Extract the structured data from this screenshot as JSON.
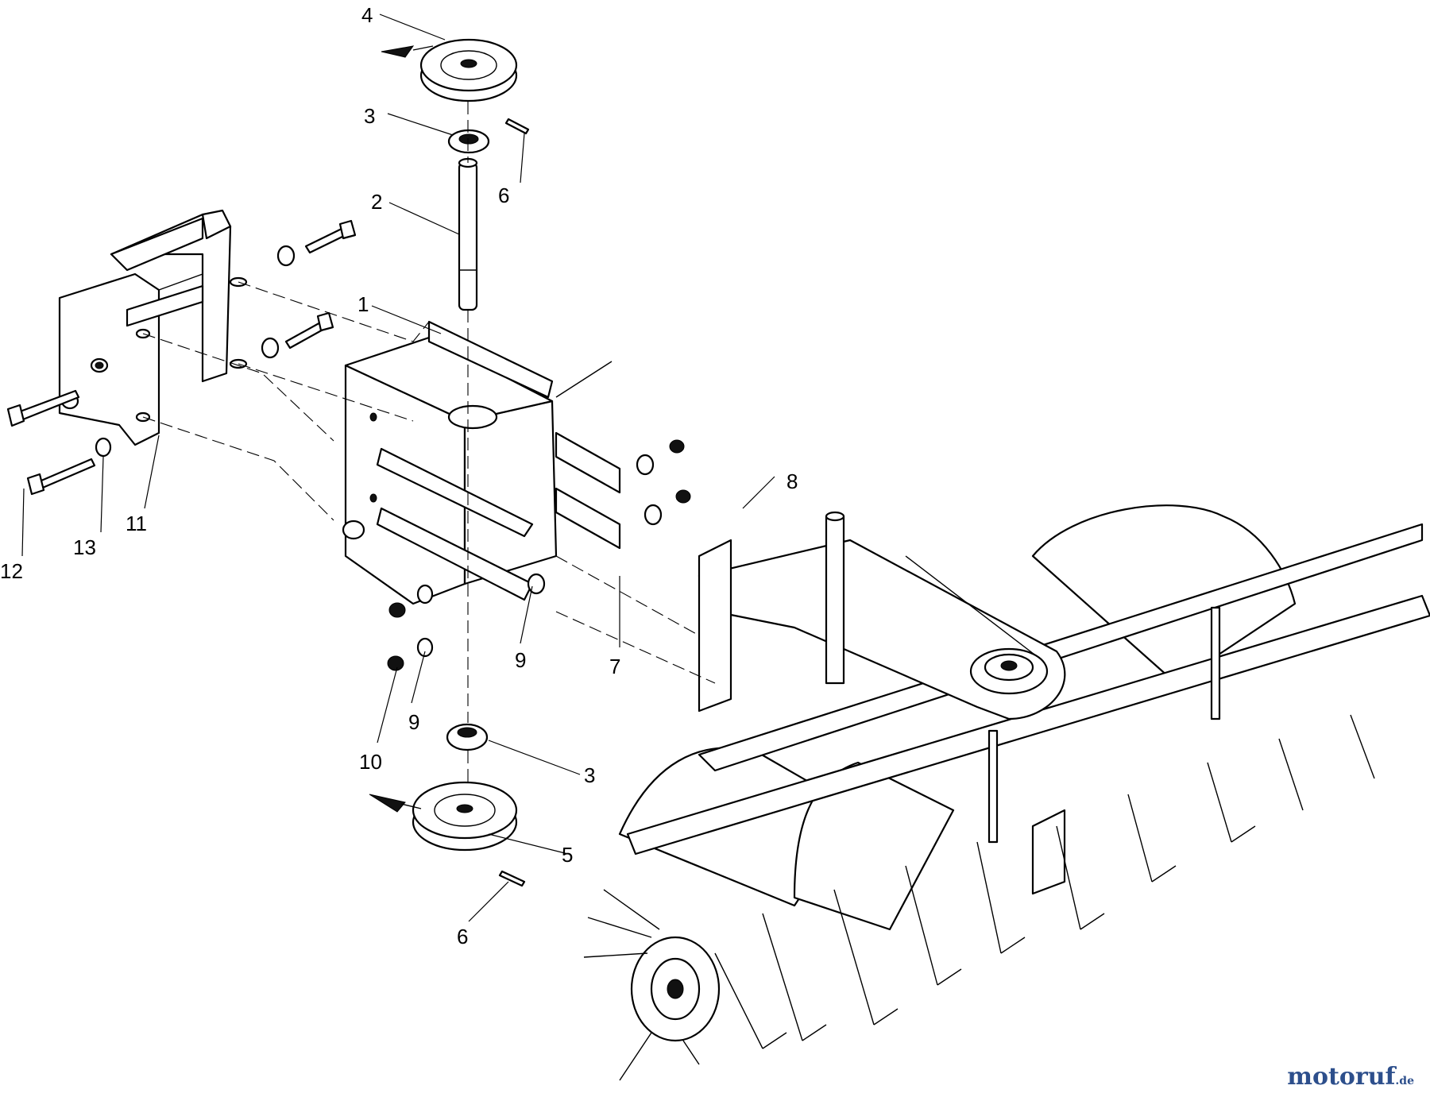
{
  "callouts": [
    {
      "id": "4",
      "text": "4"
    },
    {
      "id": "3a",
      "text": "3"
    },
    {
      "id": "6a",
      "text": "6"
    },
    {
      "id": "2",
      "text": "2"
    },
    {
      "id": "1",
      "text": "1"
    },
    {
      "id": "8",
      "text": "8"
    },
    {
      "id": "11",
      "text": "11"
    },
    {
      "id": "13",
      "text": "13"
    },
    {
      "id": "12",
      "text": "12"
    },
    {
      "id": "9a",
      "text": "9"
    },
    {
      "id": "7",
      "text": "7"
    },
    {
      "id": "9b",
      "text": "9"
    },
    {
      "id": "10",
      "text": "10"
    },
    {
      "id": "3b",
      "text": "3"
    },
    {
      "id": "5",
      "text": "5"
    },
    {
      "id": "6b",
      "text": "6"
    }
  ],
  "watermark": {
    "main": "motoruf",
    "suffix": ".de"
  }
}
